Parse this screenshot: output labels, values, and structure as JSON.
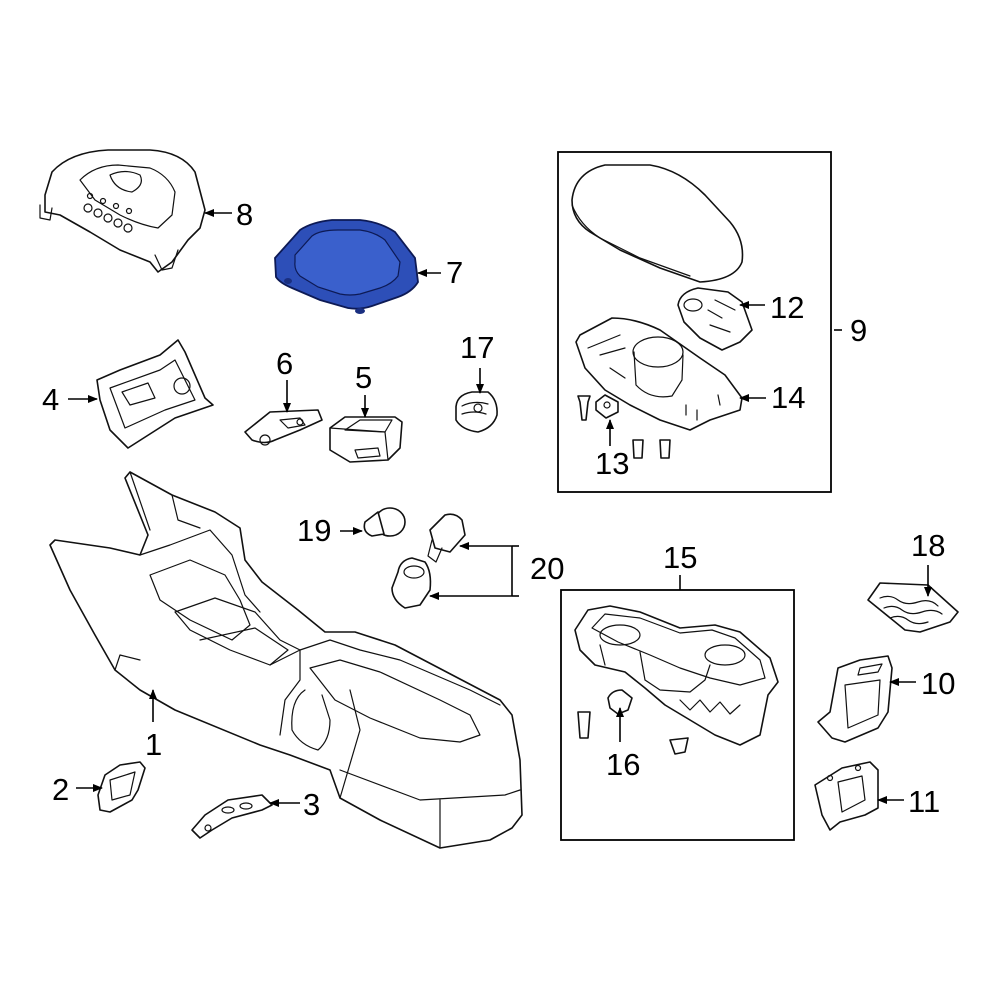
{
  "diagram": {
    "callouts": {
      "c1": "1",
      "c2": "2",
      "c3": "3",
      "c4": "4",
      "c5": "5",
      "c6": "6",
      "c7": "7",
      "c8": "8",
      "c9": "9",
      "c10": "10",
      "c11": "11",
      "c12": "12",
      "c13": "13",
      "c14": "14",
      "c15": "15",
      "c16": "16",
      "c17": "17",
      "c18": "18",
      "c19": "19",
      "c20": "20"
    },
    "highlighted_part": "7",
    "highlight_color": "#2d4fb8"
  }
}
